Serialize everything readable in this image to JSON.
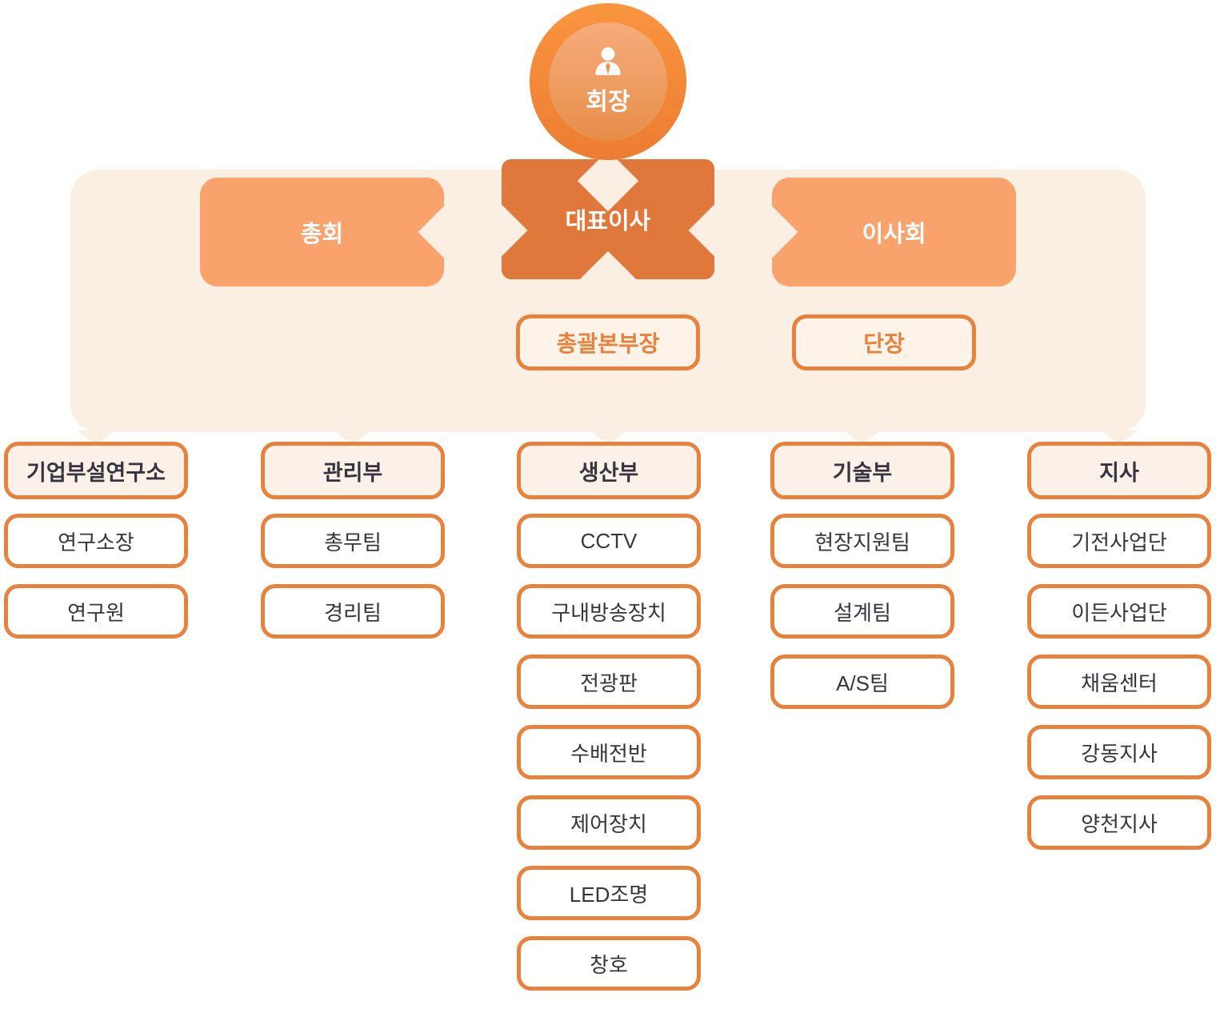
{
  "org_chart": {
    "root": {
      "label": "회장",
      "icon": "person-icon"
    },
    "level2": {
      "left": {
        "label": "총회"
      },
      "center": {
        "label": "대표이사"
      },
      "right": {
        "label": "이사회"
      }
    },
    "level3": {
      "left": {
        "label": "총괄본부장"
      },
      "right": {
        "label": "단장"
      }
    },
    "columns": [
      {
        "header": "기업부설연구소",
        "items": [
          "연구소장",
          "연구원"
        ]
      },
      {
        "header": "관리부",
        "items": [
          "총무팀",
          "경리팀"
        ]
      },
      {
        "header": "생산부",
        "items": [
          "CCTV",
          "구내방송장치",
          "전광판",
          "수배전반",
          "제어장치",
          "LED조명",
          "창호"
        ]
      },
      {
        "header": "기술부",
        "items": [
          "현장지원팀",
          "설계팀",
          "A/S팀"
        ]
      },
      {
        "header": "지사",
        "items": [
          "기전사업단",
          "이든사업단",
          "채움센터",
          "강동지사",
          "양천지사"
        ]
      }
    ],
    "colors": {
      "accent_border": "#E8813C",
      "dark_node": "#E1783B",
      "light_node": "#F9A26C",
      "connector_cream": "#FBEEE2",
      "header_fill": "#FCF1E8",
      "item_fill": "#FFFFFF",
      "text_dark": "#36343E",
      "text_white": "#FFFFFF"
    }
  }
}
